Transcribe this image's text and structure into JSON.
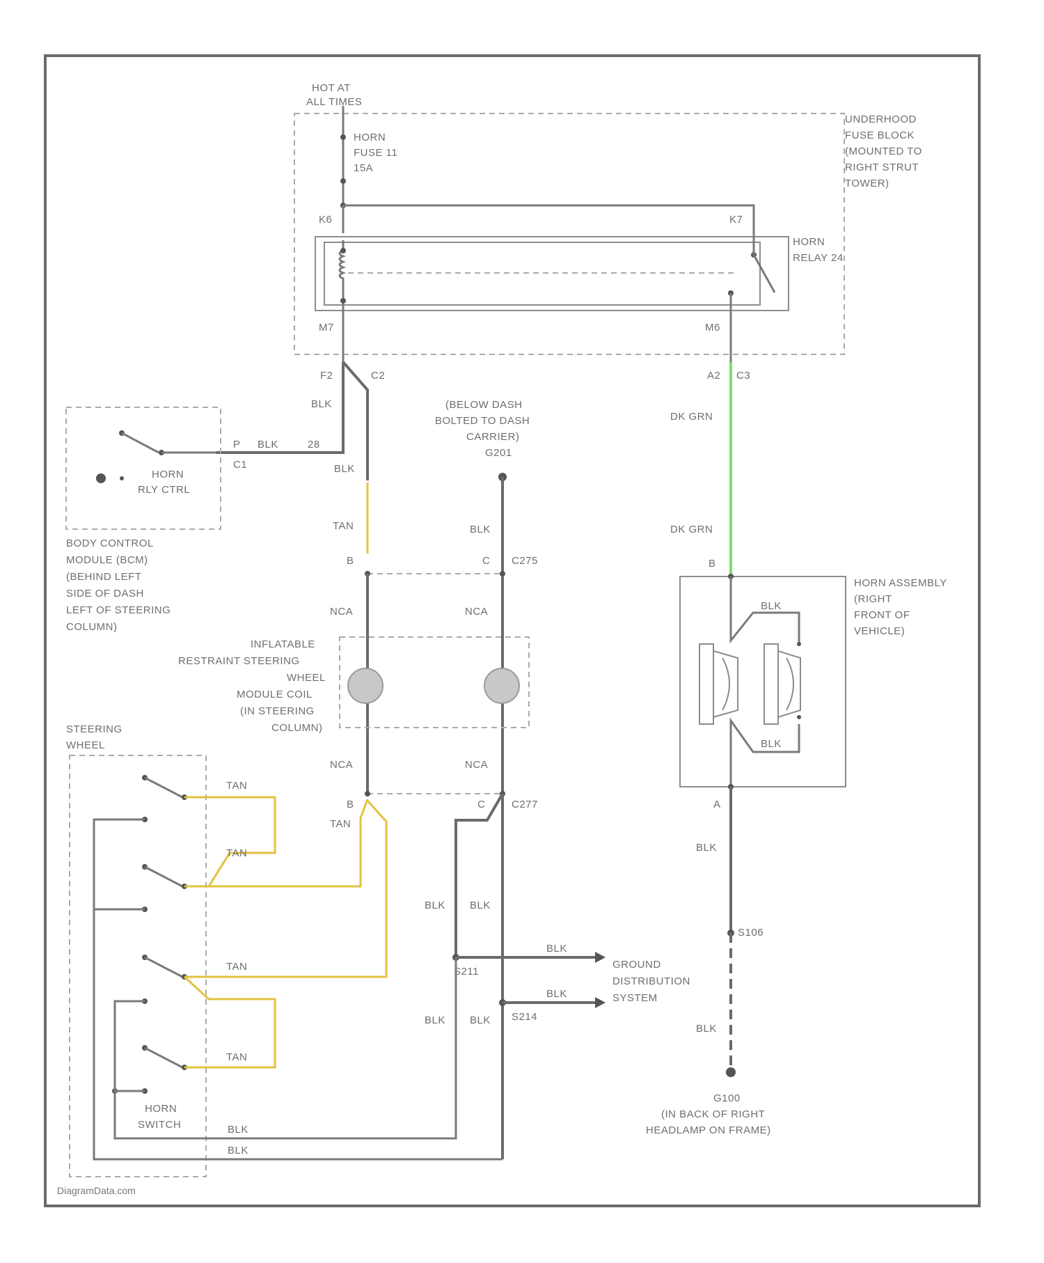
{
  "power": {
    "line1": "HOT AT",
    "line2": "ALL TIMES"
  },
  "fuse": {
    "line1": "HORN",
    "line2": "FUSE 11",
    "line3": "15A"
  },
  "underhood": {
    "line1": "UNDERHOOD",
    "line2": "FUSE BLOCK",
    "line3": "(MOUNTED TO",
    "line4": "RIGHT STRUT",
    "line5": "TOWER)"
  },
  "relay": {
    "line1": "HORN",
    "line2": "RELAY 24",
    "pin_k6": "K6",
    "pin_k7": "K7",
    "pin_m7": "M7",
    "pin_m6": "M6"
  },
  "connectors": {
    "f2": "F2",
    "c2_a": "C2",
    "a2": "A2",
    "c3": "C3",
    "p": "P",
    "c1": "C1",
    "b1": "B",
    "c_a": "C",
    "c275": "C275",
    "b2": "B",
    "c_b": "C",
    "c277": "C277",
    "b_horn": "B",
    "a_horn": "A"
  },
  "ground_g201": {
    "line1": "(BELOW DASH",
    "line2": "BOLTED TO DASH",
    "line3": "CARRIER)",
    "line4": "G201"
  },
  "bcm": {
    "sw_l1": "HORN",
    "sw_l2": "RLY CTRL",
    "line1": "BODY CONTROL",
    "line2": "MODULE (BCM)",
    "line3": "(BEHIND LEFT",
    "line4": "SIDE OF DASH",
    "line5": "LEFT OF STEERING",
    "line6": "COLUMN)"
  },
  "coil": {
    "line1": "INFLATABLE",
    "line2": "RESTRAINT STEERING",
    "line3": "WHEEL",
    "line4": "MODULE COIL",
    "line5": "(IN STEERING",
    "line6": "COLUMN)"
  },
  "steering": {
    "line1": "STEERING",
    "line2": "WHEEL",
    "switch_l1": "HORN",
    "switch_l2": "SWITCH"
  },
  "horn_assy": {
    "line1": "HORN ASSEMBLY",
    "line2": "(RIGHT",
    "line3": "FRONT OF",
    "line4": "VEHICLE)"
  },
  "ground_dist": {
    "line1": "GROUND",
    "line2": "DISTRIBUTION",
    "line3": "SYSTEM"
  },
  "g100": {
    "line1": "G100",
    "line2": "(IN BACK OF RIGHT",
    "line3": "HEADLAMP ON FRAME)"
  },
  "splices": {
    "s211": "S211",
    "s214": "S214",
    "s106": "S106"
  },
  "wires": {
    "blk": "BLK",
    "tan": "TAN",
    "dkgrn": "DK GRN",
    "nca": "NCA",
    "pin28": "28"
  },
  "watermark": "DiagramData.com"
}
